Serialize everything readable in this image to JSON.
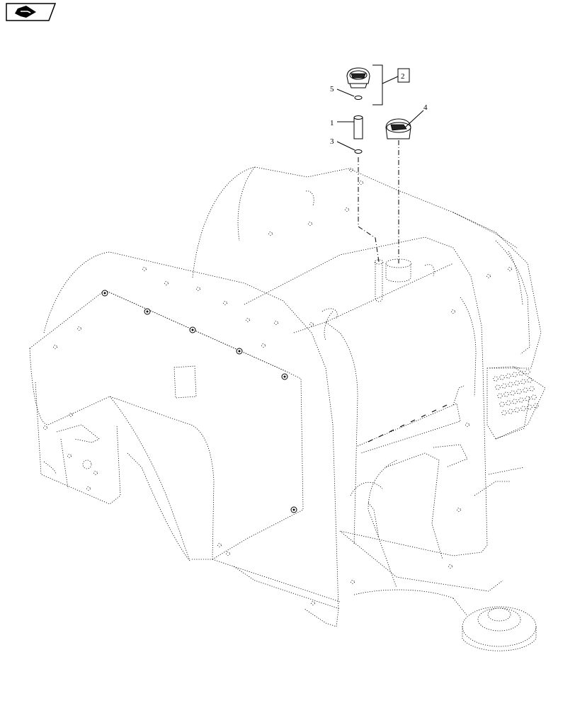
{
  "diagram": {
    "nav_icon": "arrow-right-icon",
    "callouts": [
      {
        "id": "c1",
        "label": "1"
      },
      {
        "id": "c2",
        "label": "2"
      },
      {
        "id": "c3",
        "label": "3"
      },
      {
        "id": "c4",
        "label": "4"
      },
      {
        "id": "c5",
        "label": "5"
      }
    ]
  }
}
